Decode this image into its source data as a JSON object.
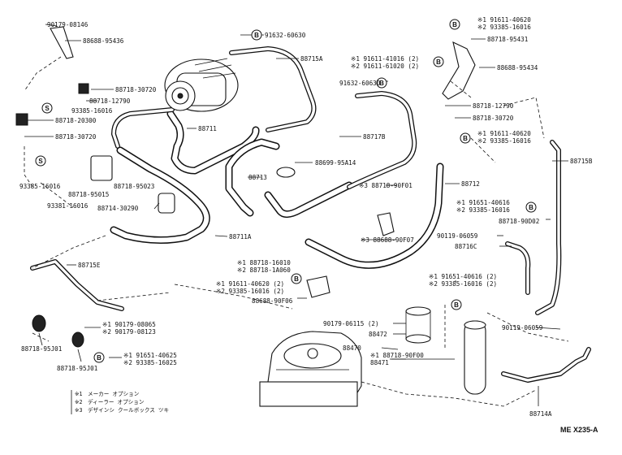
{
  "diagram_code": "ME X235-A",
  "legend": [
    {
      "mark": "※1",
      "text": "メーカー オプション"
    },
    {
      "mark": "※2",
      "text": "ディーラー オプション"
    },
    {
      "mark": "※3",
      "text": "デザインシ クールボックス ツキ"
    }
  ],
  "callout_letters": {
    "B": "B",
    "S": "S"
  },
  "parts": [
    {
      "id": "p01",
      "text": "90179-08146"
    },
    {
      "id": "p02",
      "text": "88688-95436"
    },
    {
      "id": "p03",
      "text": "91632-60630"
    },
    {
      "id": "p04",
      "text": "88715A"
    },
    {
      "id": "p05",
      "text": "88718-30720"
    },
    {
      "id": "p06",
      "text": "88718-12790"
    },
    {
      "id": "p07",
      "text": "93385-16016"
    },
    {
      "id": "p08",
      "text": "88718-20300"
    },
    {
      "id": "p09",
      "text": "88718-30720"
    },
    {
      "id": "p10",
      "text": "88711"
    },
    {
      "id": "p11",
      "text": "93385-16016"
    },
    {
      "id": "p12",
      "text": "88718-95015"
    },
    {
      "id": "p13",
      "text": "88718-95023"
    },
    {
      "id": "p14",
      "text": "93381-16016"
    },
    {
      "id": "p15",
      "text": "88714-30290"
    },
    {
      "id": "p16",
      "text": "88713"
    },
    {
      "id": "p17",
      "text": "88699-95A14"
    },
    {
      "id": "p18",
      "text": "88711A"
    },
    {
      "id": "p19",
      "text": "88715E"
    },
    {
      "id": "p20",
      "text": "※1 91611-41016 (2)"
    },
    {
      "id": "p21",
      "text": "※2 91611-61020 (2)"
    },
    {
      "id": "p22",
      "text": "91632-60630"
    },
    {
      "id": "p23",
      "text": "88717B"
    },
    {
      "id": "p24",
      "text": "※1 91611-40620"
    },
    {
      "id": "p25",
      "text": "※2 93385-16016"
    },
    {
      "id": "p26",
      "text": "88718-95431"
    },
    {
      "id": "p27",
      "text": "88688-95434"
    },
    {
      "id": "p28",
      "text": "88718-12790"
    },
    {
      "id": "p29",
      "text": "88718-30720"
    },
    {
      "id": "p30",
      "text": "※1 91611-40620"
    },
    {
      "id": "p31",
      "text": "※2 93385-16016"
    },
    {
      "id": "p32",
      "text": "88715B"
    },
    {
      "id": "p33",
      "text": "88712"
    },
    {
      "id": "p34",
      "text": "※3 88718-90F01"
    },
    {
      "id": "p35",
      "text": "※1 91651-40616"
    },
    {
      "id": "p36",
      "text": "※2 93385-16016"
    },
    {
      "id": "p37",
      "text": "88718-90D02"
    },
    {
      "id": "p38",
      "text": "※3 88688-90F07"
    },
    {
      "id": "p39",
      "text": "90119-06059"
    },
    {
      "id": "p40",
      "text": "88716C"
    },
    {
      "id": "p41",
      "text": "※1 88718-16010"
    },
    {
      "id": "p42",
      "text": "※2 88718-1A060"
    },
    {
      "id": "p43",
      "text": "※1 91611-40620 (2)"
    },
    {
      "id": "p44",
      "text": "※2 93385-16016 (2)"
    },
    {
      "id": "p45",
      "text": "88688-90F06"
    },
    {
      "id": "p46",
      "text": "※1 91651-40616 (2)"
    },
    {
      "id": "p47",
      "text": "※2 93385-16016 (2)"
    },
    {
      "id": "p48",
      "text": "90179-06115 (2)"
    },
    {
      "id": "p49",
      "text": "88472"
    },
    {
      "id": "p50",
      "text": "88470"
    },
    {
      "id": "p51",
      "text": "※1 88718-90F00"
    },
    {
      "id": "p52",
      "text": "88471"
    },
    {
      "id": "p53",
      "text": "90119-06059"
    },
    {
      "id": "p54",
      "text": "88714A"
    },
    {
      "id": "p55",
      "text": "88718-95J01"
    },
    {
      "id": "p56",
      "text": "※1 90179-08065"
    },
    {
      "id": "p57",
      "text": "※2 90179-08123"
    },
    {
      "id": "p58",
      "text": "※1 91651-40625"
    },
    {
      "id": "p59",
      "text": "※2 93385-16025"
    },
    {
      "id": "p60",
      "text": "88718-95J01"
    }
  ]
}
